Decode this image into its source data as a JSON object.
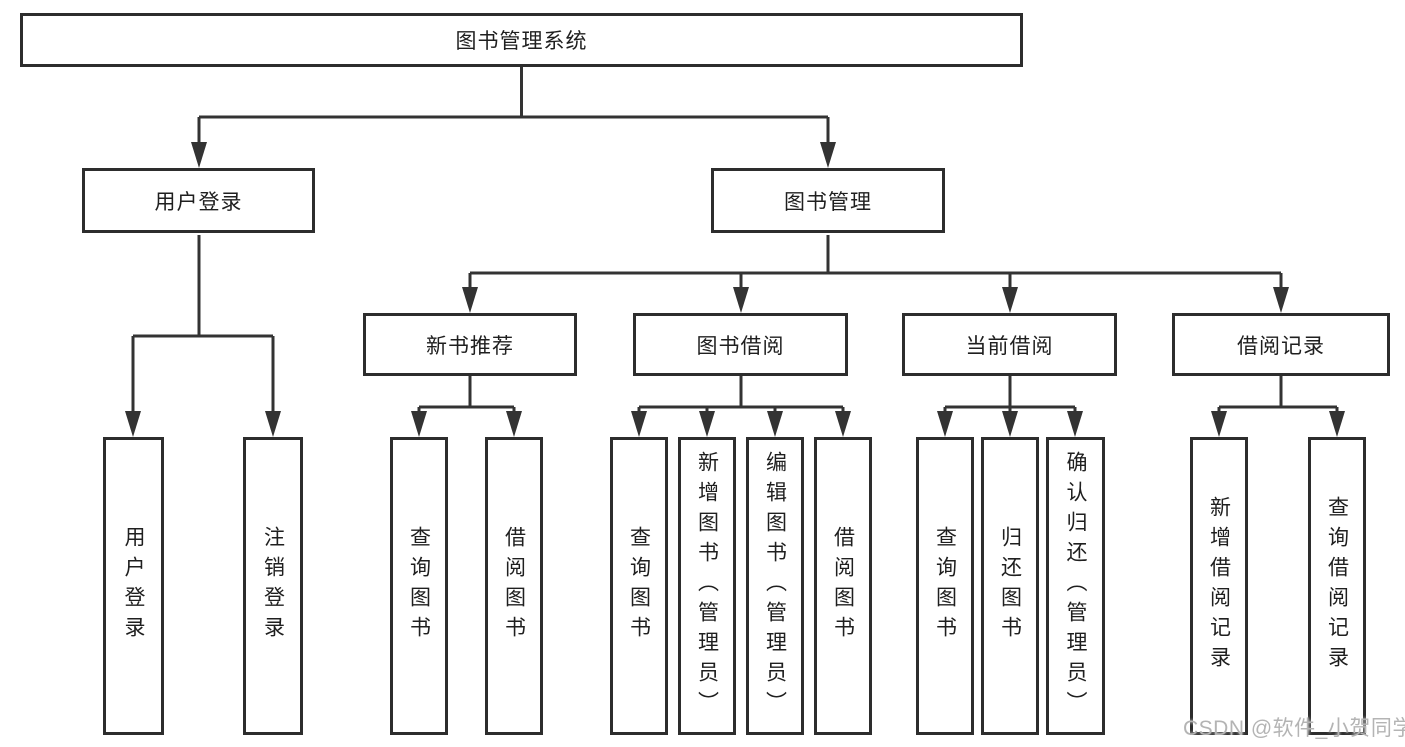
{
  "tree": {
    "root": {
      "label": "图书管理系统"
    },
    "branches": [
      {
        "label": "用户登录",
        "children": [
          {
            "label": "用户登录"
          },
          {
            "label": "注销登录"
          }
        ]
      },
      {
        "label": "图书管理",
        "children": [
          {
            "label": "新书推荐",
            "children": [
              {
                "label": "查询图书"
              },
              {
                "label": "借阅图书"
              }
            ]
          },
          {
            "label": "图书借阅",
            "children": [
              {
                "label": "查询图书"
              },
              {
                "label": "新增图书（管理员）"
              },
              {
                "label": "编辑图书（管理员）"
              },
              {
                "label": "借阅图书"
              }
            ]
          },
          {
            "label": "当前借阅",
            "children": [
              {
                "label": "查询图书"
              },
              {
                "label": "归还图书"
              },
              {
                "label": "确认归还（管理员）"
              }
            ]
          },
          {
            "label": "借阅记录",
            "children": [
              {
                "label": "新增借阅记录"
              },
              {
                "label": "查询借阅记录"
              }
            ]
          }
        ]
      }
    ]
  },
  "watermark": {
    "text": "CSDN @软件_小贺同学"
  },
  "colors": {
    "line": "#333333",
    "box_border": "#2d2d2d",
    "text": "#1f1f1f",
    "watermark": "#b4b4b4",
    "background": "#ffffff"
  }
}
